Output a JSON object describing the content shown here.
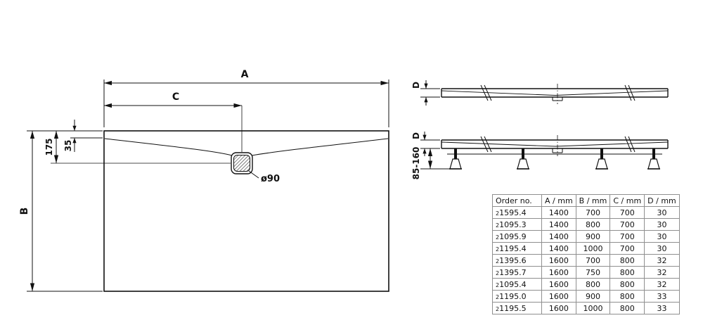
{
  "drawing": {
    "top_view": {
      "dim_a": "A",
      "dim_b": "B",
      "dim_c": "C",
      "dim_175": "175",
      "dim_35": "35",
      "drain_label": "ø90"
    },
    "side_views": {
      "dim_d_top": "D",
      "dim_d_mid": "D",
      "dim_height": "85-160"
    }
  },
  "table": {
    "headers": [
      "Order no.",
      "A / mm",
      "B / mm",
      "C / mm",
      "D / mm"
    ],
    "rows": [
      {
        "prefix": "2",
        "order": "1595.4",
        "a": "1400",
        "b": "700",
        "c": "700",
        "d": "30"
      },
      {
        "prefix": "2",
        "order": "1095.3",
        "a": "1400",
        "b": "800",
        "c": "700",
        "d": "30"
      },
      {
        "prefix": "2",
        "order": "1095.9",
        "a": "1400",
        "b": "900",
        "c": "700",
        "d": "30"
      },
      {
        "prefix": "2",
        "order": "1195.4",
        "a": "1400",
        "b": "1000",
        "c": "700",
        "d": "30"
      },
      {
        "prefix": "2",
        "order": "1395.6",
        "a": "1600",
        "b": "700",
        "c": "800",
        "d": "32"
      },
      {
        "prefix": "2",
        "order": "1395.7",
        "a": "1600",
        "b": "750",
        "c": "800",
        "d": "32"
      },
      {
        "prefix": "2",
        "order": "1095.4",
        "a": "1600",
        "b": "800",
        "c": "800",
        "d": "32"
      },
      {
        "prefix": "2",
        "order": "1195.0",
        "a": "1600",
        "b": "900",
        "c": "800",
        "d": "33"
      },
      {
        "prefix": "2",
        "order": "1195.5",
        "a": "1600",
        "b": "1000",
        "c": "800",
        "d": "33"
      }
    ]
  },
  "colors": {
    "line": "#111111",
    "table_border": "#8f8f8f",
    "background": "#ffffff"
  }
}
